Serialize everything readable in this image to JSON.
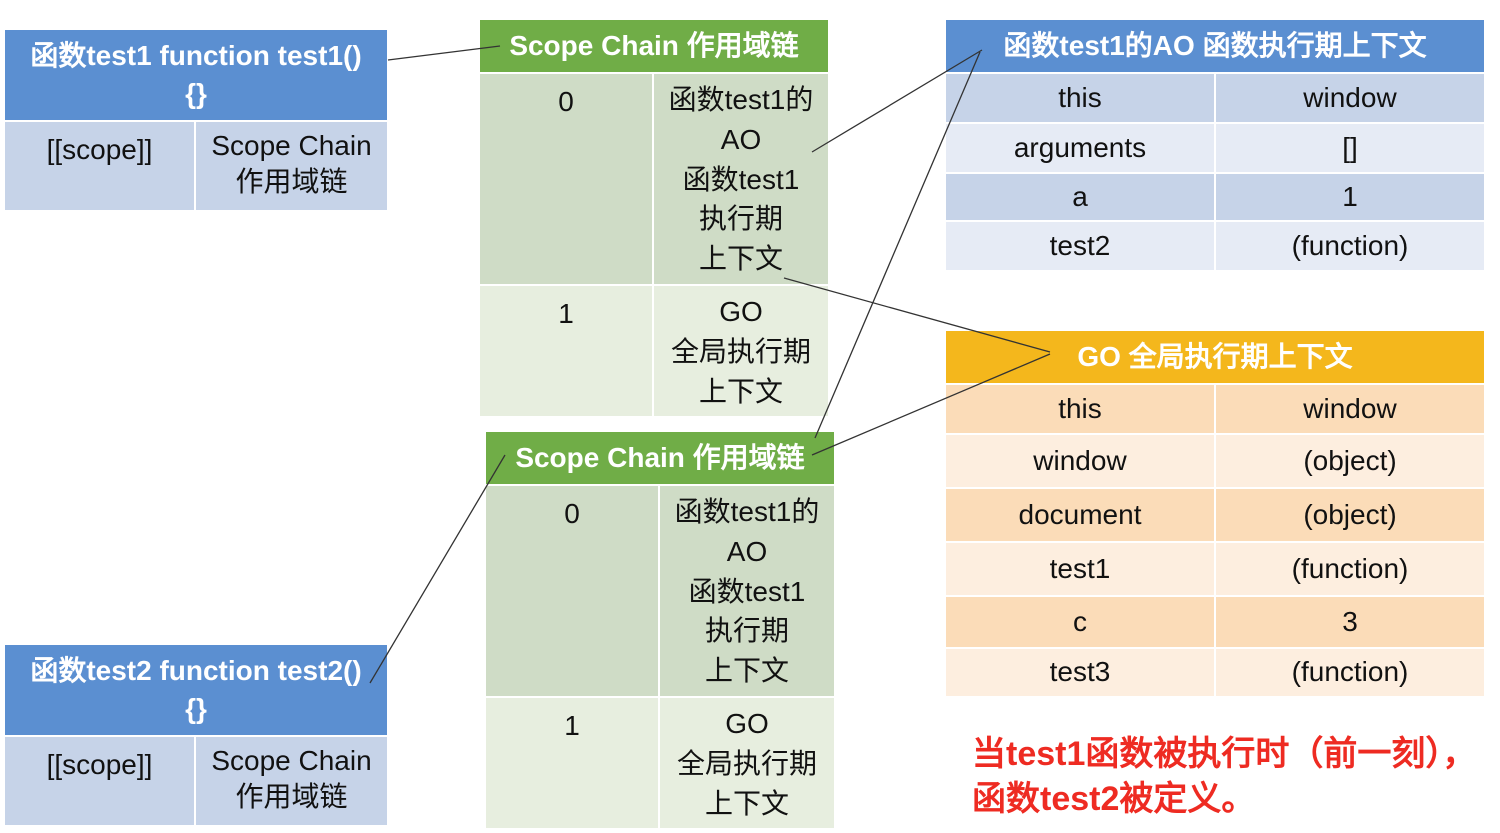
{
  "test1_box": {
    "title": "函数test1  function test1()\n{}",
    "key": "[[scope]]",
    "value": "Scope Chain\n作用域链"
  },
  "test2_box": {
    "title": "函数test2  function test2()\n{}",
    "key": "[[scope]]",
    "value": "Scope Chain\n作用域链"
  },
  "scope_chain_1": {
    "title": "Scope Chain 作用域链",
    "rows": [
      {
        "index": "0",
        "value": "函数test1的\nAO\n函数test1\n执行期\n上下文"
      },
      {
        "index": "1",
        "value": "GO\n全局执行期\n上下文"
      }
    ]
  },
  "scope_chain_2": {
    "title": "Scope Chain 作用域链",
    "rows": [
      {
        "index": "0",
        "value": "函数test1的\nAO\n函数test1\n执行期\n上下文"
      },
      {
        "index": "1",
        "value": "GO\n全局执行期\n上下文"
      }
    ]
  },
  "ao_table": {
    "title": "函数test1的AO 函数执行期上下文",
    "rows": [
      {
        "key": "this",
        "value": "window"
      },
      {
        "key": "arguments",
        "value": "[]"
      },
      {
        "key": "a",
        "value": "1"
      },
      {
        "key": "test2",
        "value": "(function)"
      }
    ]
  },
  "go_table": {
    "title": "GO 全局执行期上下文",
    "rows": [
      {
        "key": "this",
        "value": "window"
      },
      {
        "key": "window",
        "value": "(object)"
      },
      {
        "key": "document",
        "value": "(object)"
      },
      {
        "key": "test1",
        "value": "(function)"
      },
      {
        "key": "c",
        "value": "3"
      },
      {
        "key": "test3",
        "value": "(function)"
      }
    ]
  },
  "caption": "当test1函数被执行时（前一刻），函数test2被定义。",
  "colors": {
    "blue_header": "#5b8fd1",
    "green_header": "#70ad47",
    "gold_header": "#f4b71c",
    "caption": "#ee2b22"
  }
}
